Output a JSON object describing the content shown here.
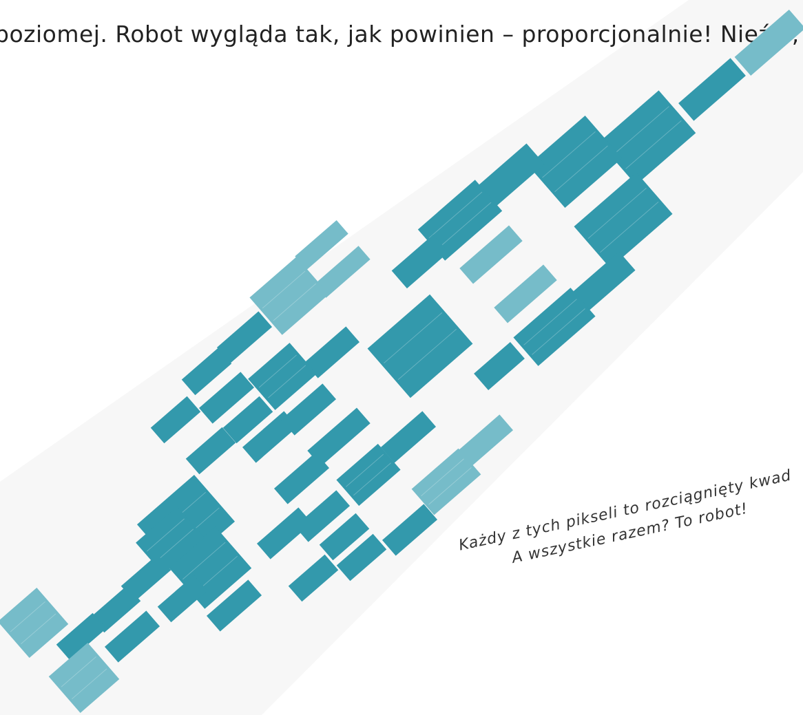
{
  "intro": {
    "line1": "poziomej. Robot wygląda tak, jak powinien – proporcjonalnie! Nieźle, co?"
  },
  "caption": {
    "line1": "Każdy z tych pikseli to rozciągnięty kwad",
    "line2": "A wszystkie razem? To robot!"
  },
  "colors": {
    "dark_pixel": "#3399ac",
    "light_pixel": "#76bcc9",
    "band": "#f7f7f7",
    "text": "#222222"
  }
}
